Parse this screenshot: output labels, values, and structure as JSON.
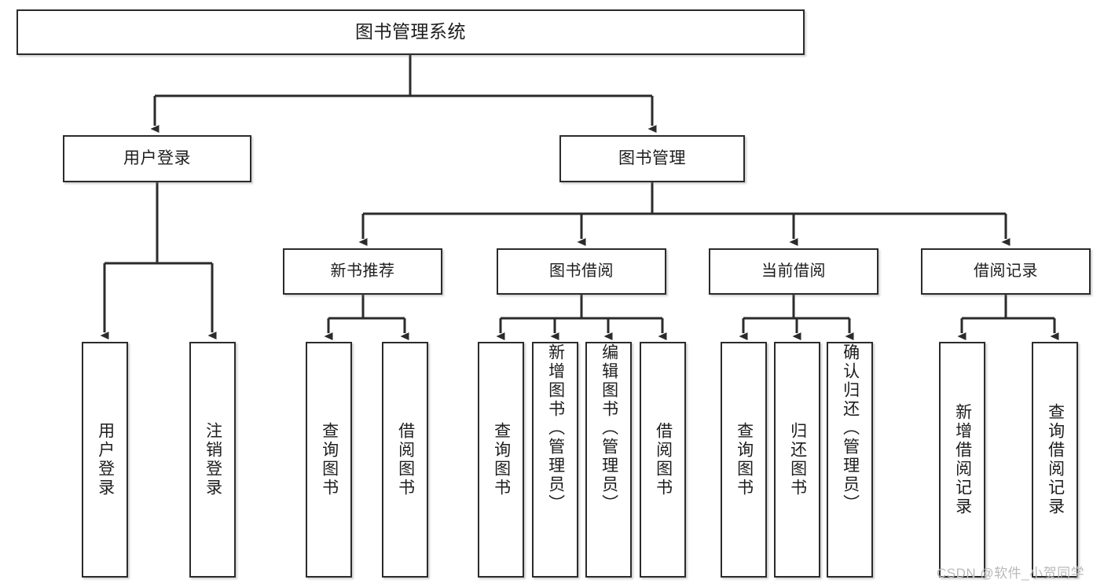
{
  "diagram": {
    "title": "图书管理系统",
    "type": "tree-hierarchy-diagram",
    "root": {
      "id": "root",
      "label": "图书管理系统"
    },
    "level2": [
      {
        "id": "user-login",
        "label": "用户登录"
      },
      {
        "id": "book-management",
        "label": "图书管理"
      }
    ],
    "level3": [
      {
        "id": "new-book-recommend",
        "label": "新书推荐"
      },
      {
        "id": "book-borrow",
        "label": "图书借阅"
      },
      {
        "id": "current-borrow",
        "label": "当前借阅"
      },
      {
        "id": "borrow-record",
        "label": "借阅记录"
      }
    ],
    "leaves": {
      "user-login": [
        {
          "id": "leaf-user-login",
          "label": "用户登录"
        },
        {
          "id": "leaf-logout",
          "label": "注销登录"
        }
      ],
      "new-book-recommend": [
        {
          "id": "leaf-query-book-1",
          "label": "查询图书"
        },
        {
          "id": "leaf-borrow-book-1",
          "label": "借阅图书"
        }
      ],
      "book-borrow": [
        {
          "id": "leaf-query-book-2",
          "label": "查询图书"
        },
        {
          "id": "leaf-add-book",
          "label": "新增图书（管理员）"
        },
        {
          "id": "leaf-edit-book",
          "label": "编辑图书（管理员）"
        },
        {
          "id": "leaf-borrow-book-2",
          "label": "借阅图书"
        }
      ],
      "current-borrow": [
        {
          "id": "leaf-query-book-3",
          "label": "查询图书"
        },
        {
          "id": "leaf-return-book",
          "label": "归还图书"
        },
        {
          "id": "leaf-confirm-return",
          "label": "确认归还（管理员）"
        }
      ],
      "borrow-record": [
        {
          "id": "leaf-add-record",
          "label": "新增借阅记录"
        },
        {
          "id": "leaf-query-record",
          "label": "查询借阅记录"
        }
      ]
    }
  },
  "watermark": {
    "text": "CSDN @软件_小贺同学"
  },
  "colors": {
    "stroke": "#2b2b2b",
    "text": "#1d1d1d",
    "background": "#ffffff",
    "watermark": "#b9b9b9"
  }
}
